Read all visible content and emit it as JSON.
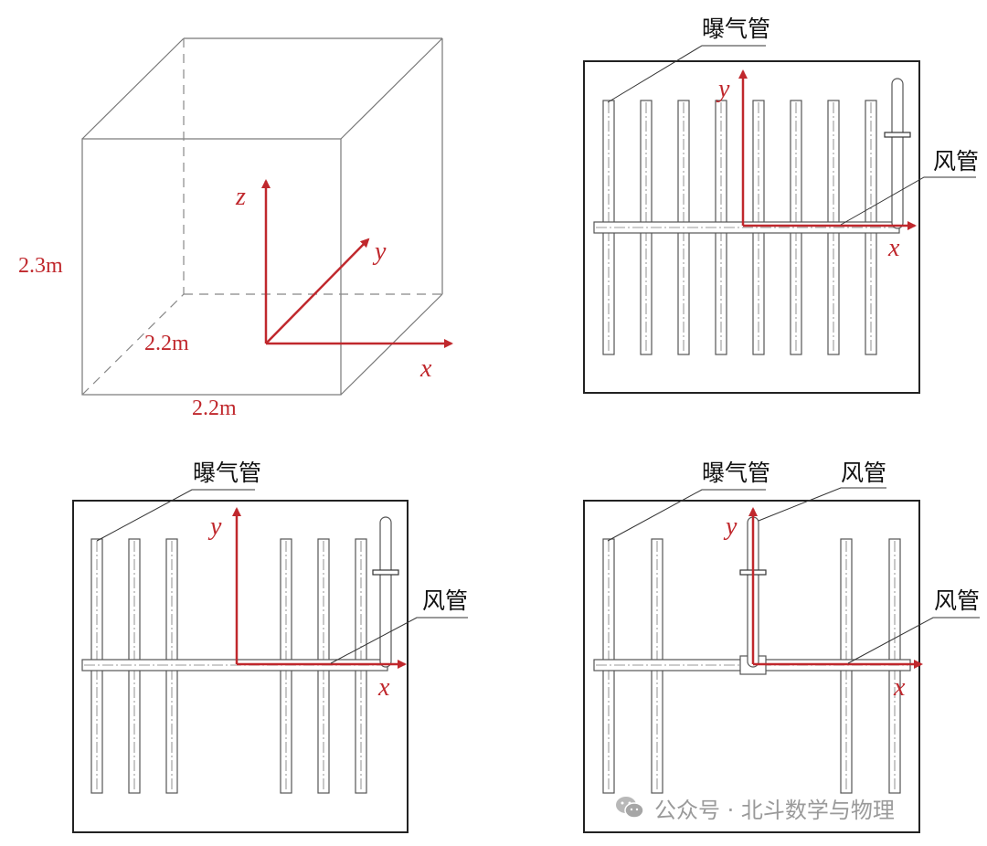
{
  "figure": {
    "cube": {
      "height_label": "2.3m",
      "depth_label": "2.2m",
      "width_label": "2.2m",
      "axes": {
        "x": "x",
        "y": "y",
        "z": "z"
      }
    },
    "panels": [
      {
        "aeration_label": "曝气管",
        "duct_labels": [
          "风管"
        ],
        "axes": {
          "x": "x",
          "y": "y"
        }
      },
      {
        "aeration_label": "曝气管",
        "duct_labels": [
          "风管"
        ],
        "axes": {
          "x": "x",
          "y": "y"
        }
      },
      {
        "aeration_label": "曝气管",
        "duct_labels": [
          "风管",
          "风管"
        ],
        "axes": {
          "x": "x",
          "y": "y"
        }
      }
    ]
  },
  "watermark": {
    "text": "公众号 · 北斗数学与物理",
    "icon": "wechat-icon"
  },
  "colors": {
    "accent": "#c0282d",
    "line": "#555555",
    "frame": "#222222"
  }
}
